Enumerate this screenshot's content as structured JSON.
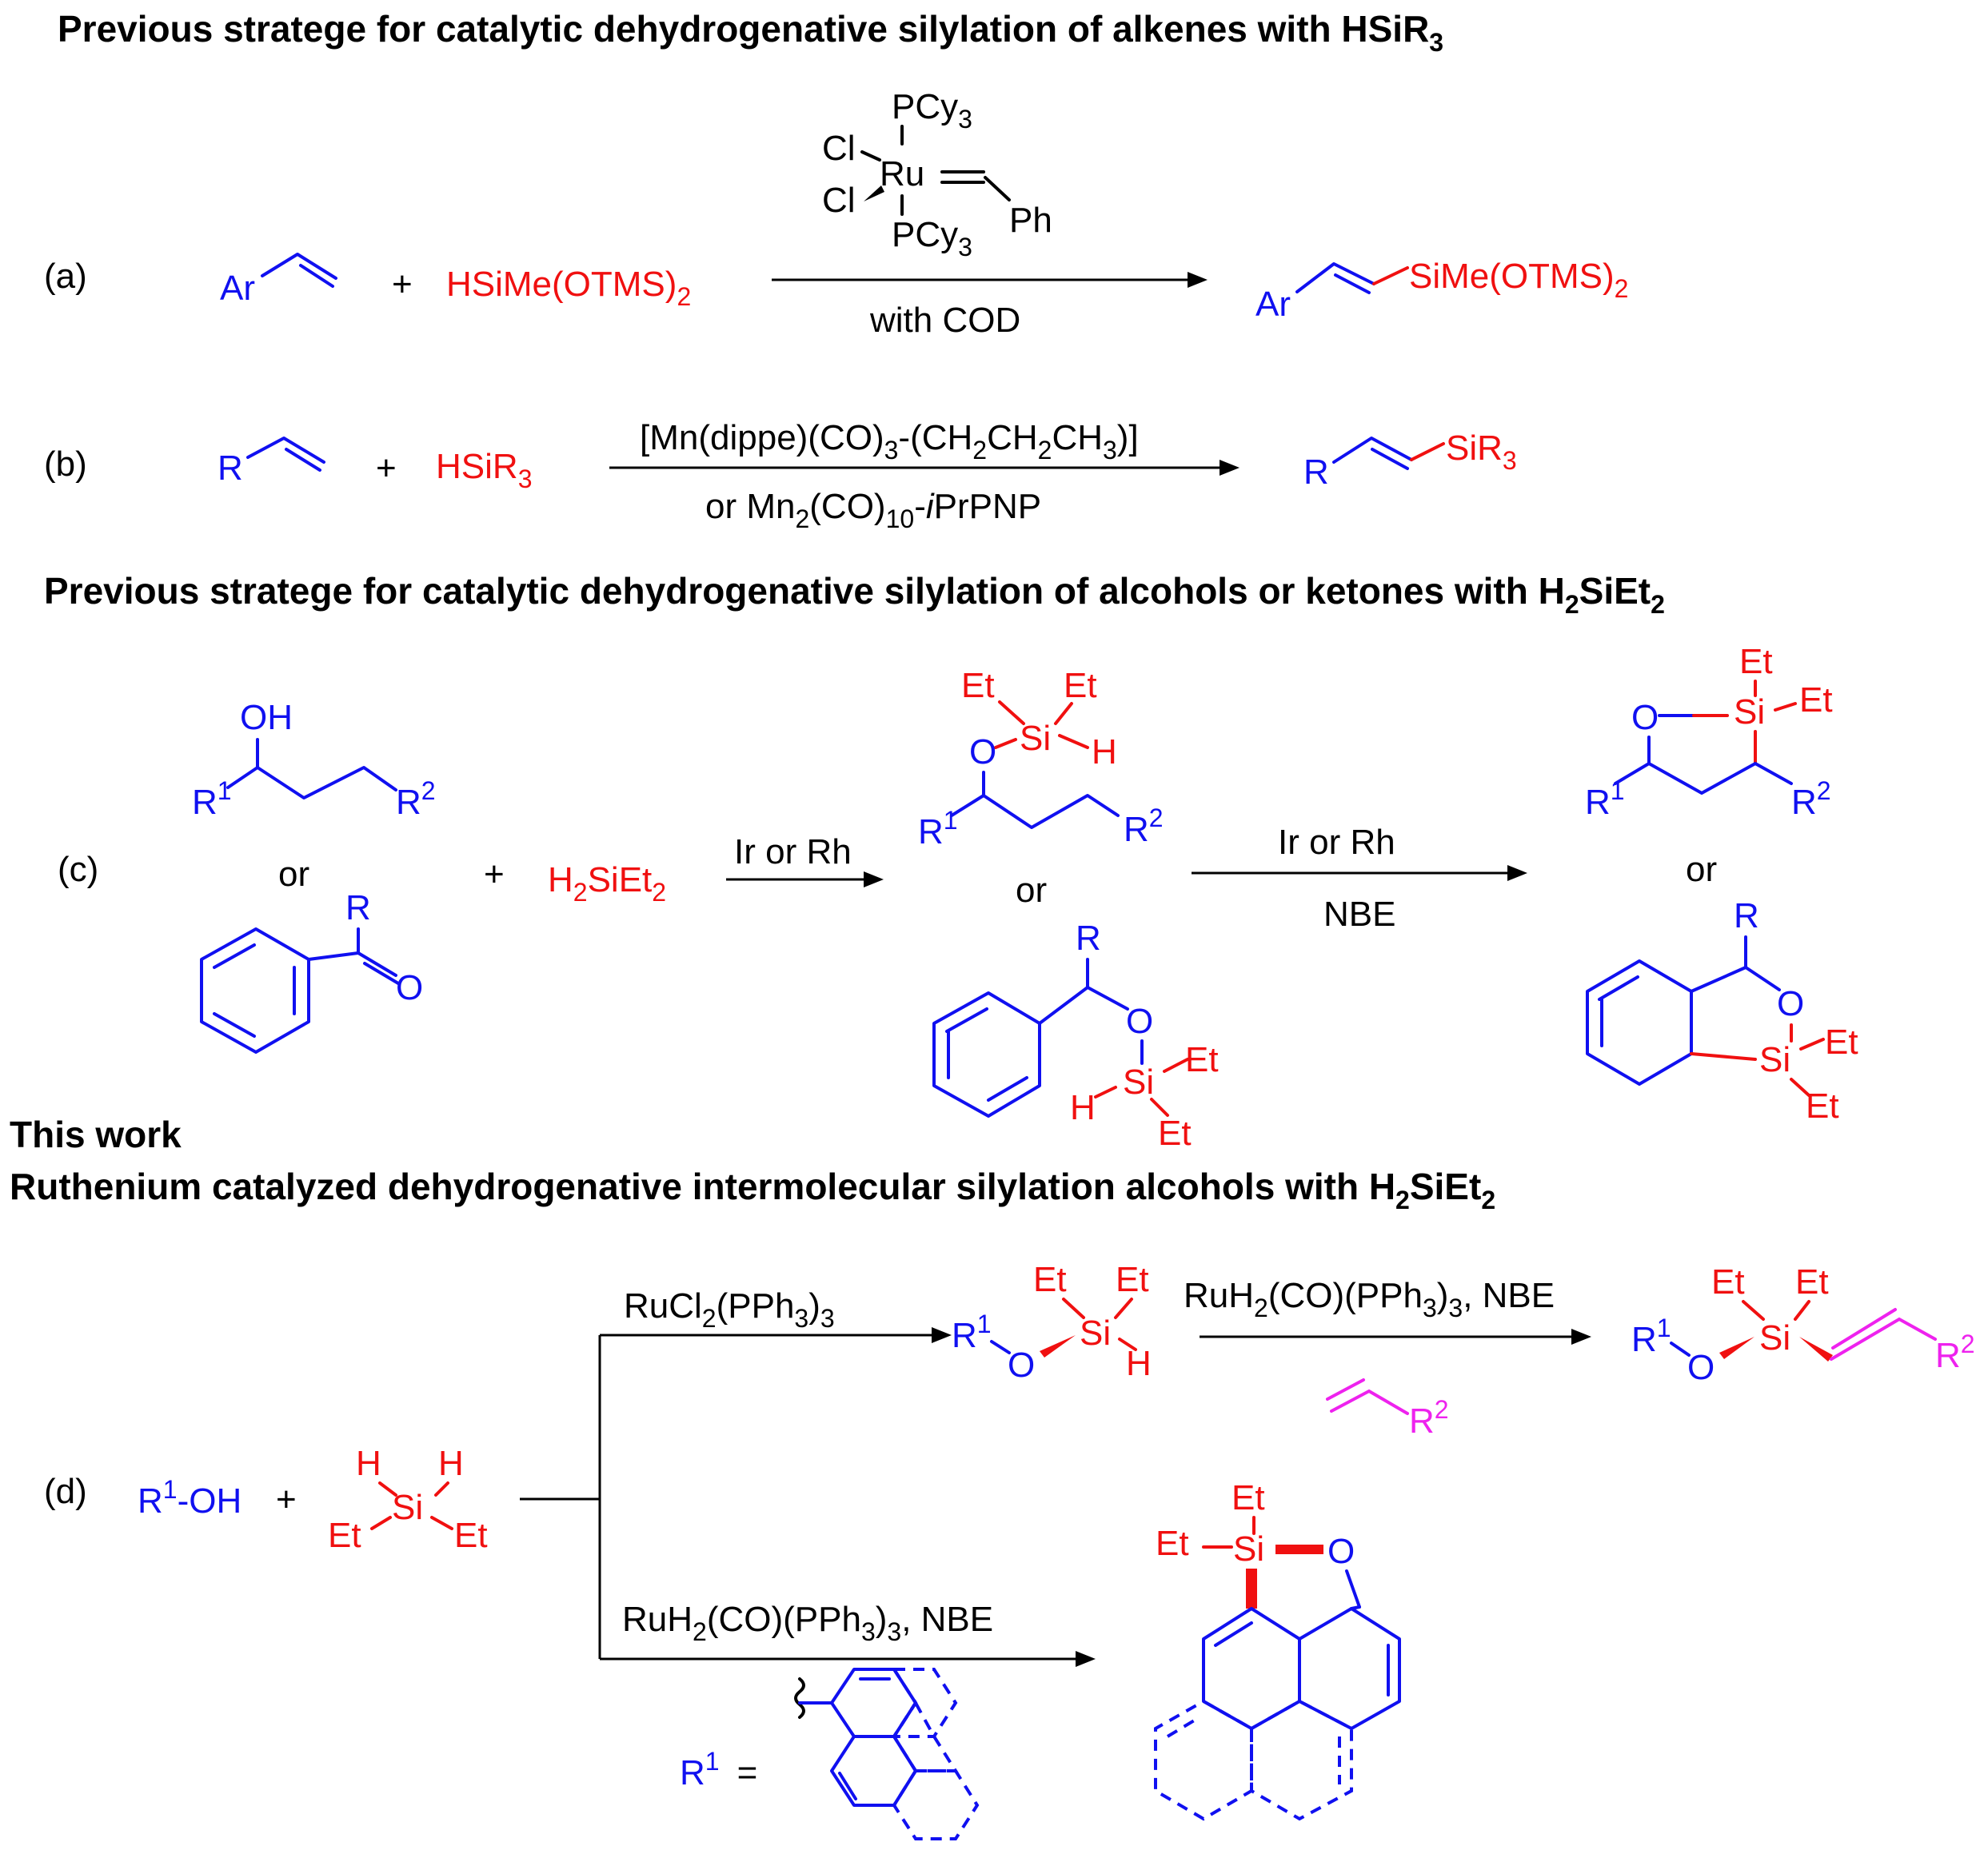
{
  "headers": {
    "h1": "Previous stratege for catalytic dehydrogenative silylation of alkenes with HSiR",
    "h1_sub": "3",
    "h2": "Previous stratege for catalytic dehydrogenative silylation of alcohols or ketones with H",
    "h2_sub1": "2",
    "h2_mid": "SiEt",
    "h2_sub2": "2",
    "h3": "This work",
    "h4": "Ruthenium catalyzed dehydrogenative intermolecular silylation alcohols with H",
    "h4_sub1": "2",
    "h4_mid": "SiEt",
    "h4_sub2": "2"
  },
  "labels": {
    "a": "(a)",
    "b": "(b)",
    "c": "(c)",
    "d": "(d)"
  },
  "reaction_a": {
    "substrate": "Ar",
    "plus": "+",
    "reagent": "HSiMe(OTMS)",
    "reagent_sub": "2",
    "catalyst": {
      "pcy": "PCy",
      "pcy_sub": "3",
      "cl": "Cl",
      "ru": "Ru",
      "ph": "Ph"
    },
    "condition": "with COD",
    "product_r": "Ar",
    "product_si": "SiMe(OTMS)",
    "product_si_sub": "2"
  },
  "reaction_b": {
    "substrate": "R",
    "plus": "+",
    "reagent": "HSiR",
    "reagent_sub": "3",
    "cond1_a": "[Mn(dippe)(CO)",
    "cond1_b": "3",
    "cond1_c": "-(CH",
    "cond1_d": "2",
    "cond1_e": "CH",
    "cond1_f": "2",
    "cond1_g": "CH",
    "cond1_h": "3",
    "cond1_i": ")]",
    "cond2_a": "or Mn",
    "cond2_b": "2",
    "cond2_c": "(CO)",
    "cond2_d": "10",
    "cond2_e": "-",
    "cond2_f": "i",
    "cond2_g": "PrPNP",
    "product_r": "R",
    "product_si": "SiR",
    "product_si_sub": "3"
  },
  "reaction_c": {
    "oh": "OH",
    "r": "R",
    "sup1": "1",
    "sup2": "2",
    "or": "or",
    "o": "O",
    "plus": "+",
    "reagent_h": "H",
    "reagent_sub": "2",
    "reagent_rest": "SiEt",
    "reagent_sub2": "2",
    "cond1": "Ir or Rh",
    "cond2": "Ir or Rh",
    "cond3": "NBE",
    "et": "Et",
    "si": "Si",
    "h": "H"
  },
  "reaction_d": {
    "r1": "R",
    "sup1": "1",
    "oh": "-OH",
    "plus": "+",
    "h": "H",
    "si": "Si",
    "et": "Et",
    "o": "O",
    "sup2": "2",
    "cat1_a": "RuCl",
    "cat1_b": "2",
    "cat1_c": "(PPh",
    "cat1_d": "3",
    "cat1_e": ")",
    "cat1_f": "3",
    "cat2_a": "RuH",
    "cat2_b": "2",
    "cat2_c": "(CO)(PPh",
    "cat2_d": "3",
    "cat2_e": ")",
    "cat2_f": "3",
    "cat2_g": ", NBE",
    "r1_def": "R",
    "r1_def_eq": "="
  }
}
